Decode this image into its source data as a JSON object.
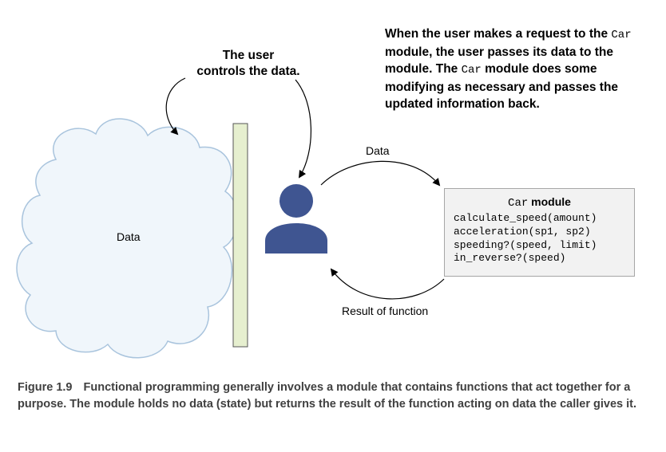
{
  "annotations": {
    "user_controls_line1": "The user",
    "user_controls_line2": "controls the data.",
    "request_parts": [
      "When the user makes a request to the ",
      "Car",
      " module, the user passes its data to the module. The ",
      "Car",
      " module does some modifying as necessary and passes the updated information back."
    ]
  },
  "labels": {
    "cloud": "Data",
    "arrow_data": "Data",
    "arrow_result": "Result of function"
  },
  "module": {
    "title_code": "Car",
    "title_word": "module",
    "functions": [
      "calculate_speed(amount)",
      "acceleration(sp1, sp2)",
      "speeding?(speed, limit)",
      "in_reverse?(speed)"
    ]
  },
  "caption": {
    "figure_number": "Figure 1.9",
    "text": "Functional programming generally involves a module that contains functions that act together for a purpose. The module holds no data (state) but returns the result of the function acting on data the caller gives it."
  },
  "colors": {
    "cloud_fill": "#f0f6fb",
    "cloud_stroke": "#a9c4dd",
    "wall_fill": "#e6efcf",
    "user_fill": "#3f5591",
    "module_fill": "#f2f2f2",
    "caption_text": "#404040"
  },
  "icons": {
    "user": "user-icon",
    "cloud": "cloud-shape",
    "wall": "wall-bar"
  }
}
